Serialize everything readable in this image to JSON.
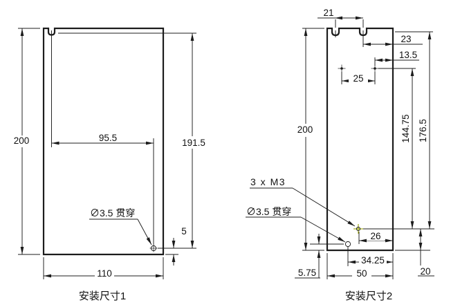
{
  "colors": {
    "background": "#ffffff",
    "line": "#1c1c1c",
    "point_marker": "#9aa400"
  },
  "drawing1": {
    "caption": "安装尺寸1",
    "hole_label": "∅3.5 贯穿",
    "dim_height": "200",
    "dim_hole_height": "191.5",
    "dim_hole_x": "95.5",
    "dim_hole_bottom": "5",
    "dim_width": "110"
  },
  "drawing2": {
    "caption": "安装尺寸2",
    "m3_label": "3 x M3",
    "hole_label": "∅3.5 贯穿",
    "dim_notch_span": "21",
    "dim_notch_to_edge": "23",
    "dim_hole_to_edge": "13.5",
    "dim_hole_span": "25",
    "dim_height": "200",
    "dim_m3_from_holes": "144.75",
    "dim_m3_from_top": "176.5",
    "dim_m3_to_edge": "26",
    "dim_hole_bottom": "5.75",
    "dim_hole_x": "34.25",
    "dim_width": "50",
    "dim_m3_bottom": "20"
  }
}
